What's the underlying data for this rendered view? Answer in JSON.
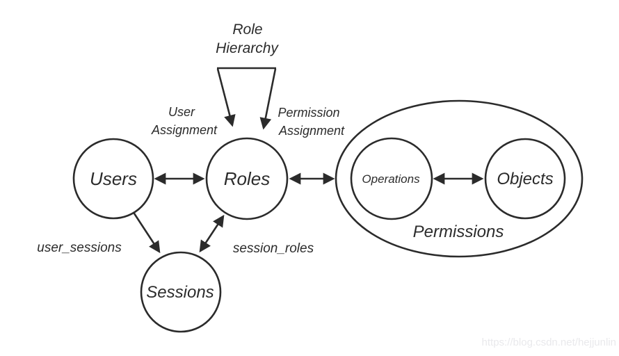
{
  "diagram": {
    "role_hierarchy": {
      "line1": "Role",
      "line2": "Hierarchy"
    },
    "assignments": {
      "user_line1": "User",
      "user_line2": "Assignment",
      "permission_line1": "Permission",
      "permission_line2": "Assignment"
    },
    "nodes": {
      "users": "Users",
      "roles": "Roles",
      "sessions": "Sessions",
      "operations": "Operations",
      "objects": "Objects"
    },
    "groups": {
      "permissions": "Permissions"
    },
    "relations": {
      "user_sessions": "user_sessions",
      "session_roles": "session_roles"
    },
    "colors": {
      "line": "#2b2b2b",
      "background": "#ffffff",
      "watermark": "#e9e9ec"
    }
  },
  "watermark": "https://blog.csdn.net/hejjunlin"
}
